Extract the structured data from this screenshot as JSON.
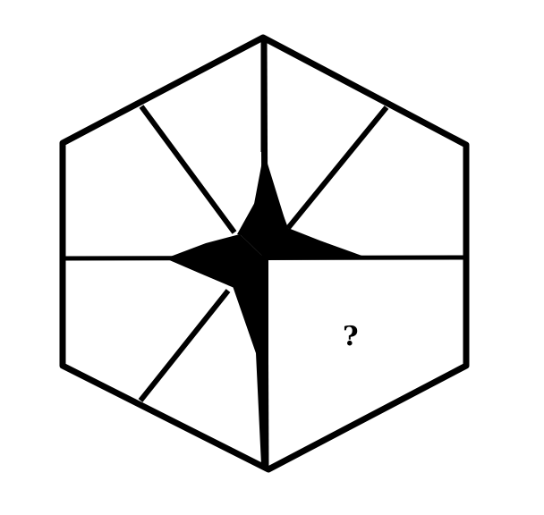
{
  "puzzle": {
    "question_mark": "?",
    "colors": {
      "background": "#ffffff",
      "ink": "#000000"
    },
    "shape": "hexagon",
    "pieces": [
      {
        "id": "top-left",
        "shaded": false
      },
      {
        "id": "top-right",
        "shaded": false
      },
      {
        "id": "left-upper",
        "shaded": false
      },
      {
        "id": "right-upper",
        "shaded": false
      },
      {
        "id": "left-lower",
        "shaded": false
      },
      {
        "id": "right-lower",
        "shaded": false,
        "missing": true
      },
      {
        "id": "bottom-left",
        "shaded": false
      }
    ]
  }
}
